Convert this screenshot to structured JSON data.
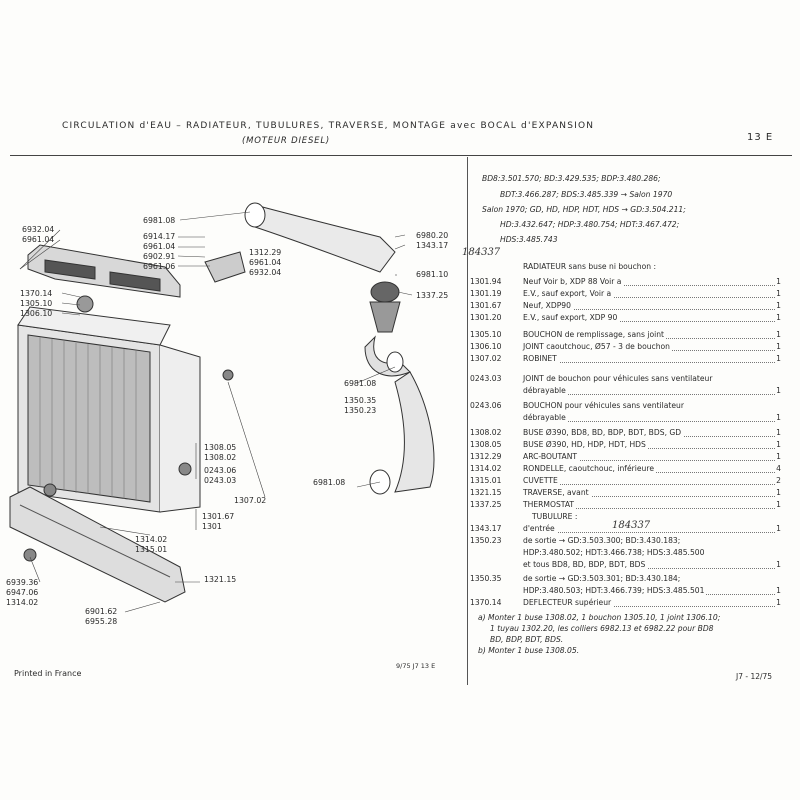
{
  "header": {
    "title": "CIRCULATION d'EAU – RADIATEUR, TUBULURES, TRAVERSE, MONTAGE avec BOCAL d'EXPANSION",
    "subtitle": "(MOTEUR DIESEL)",
    "page": "13 E"
  },
  "applic": [
    {
      "text": "BD8:3.501.570; BD:3.429.535; BDP:3.480.286;"
    },
    {
      "text": "BDT:3.466.287; BDS:3.485.339 → Salon 1970"
    },
    {
      "text": "Salon 1970; GD, HD, HDP, HDT, HDS → GD:3.504.211;"
    },
    {
      "text": "HD:3.432.647; HDP:3.480.754; HDT:3.467.472;"
    },
    {
      "text": "HDS:3.485.743"
    }
  ],
  "section": "RADIATEUR sans buse ni bouchon :",
  "parts": [
    {
      "code": "1301.94",
      "desc": "Neuf Voir b, XDP 88 Voir a",
      "qty": "1"
    },
    {
      "code": "1301.19",
      "desc": "E.V., sauf export, Voir a",
      "qty": "1"
    },
    {
      "code": "1301.67",
      "desc": "Neuf, XDP90",
      "qty": "1"
    },
    {
      "code": "1301.20",
      "desc": "E.V., sauf export, XDP 90",
      "qty": "1"
    },
    {
      "code": "1305.10",
      "desc": "BOUCHON de remplissage, sans joint",
      "qty": "1"
    },
    {
      "code": "1306.10",
      "desc": "JOINT caoutchouc, Ø57 - 3 de bouchon",
      "qty": "1"
    },
    {
      "code": "1307.02",
      "desc": "ROBINET",
      "qty": "1"
    },
    {
      "code": "0243.03",
      "desc": "JOINT de bouchon pour véhicules sans ventilateur",
      "qty": ""
    },
    {
      "code": "",
      "desc": "débrayable",
      "qty": "1"
    },
    {
      "code": "0243.06",
      "desc": "BOUCHON pour véhicules sans ventilateur",
      "qty": ""
    },
    {
      "code": "",
      "desc": "débrayable",
      "qty": "1"
    },
    {
      "code": "1308.02",
      "desc": "BUSE Ø390, BD8, BD, BDP, BDT, BDS, GD",
      "qty": "1"
    },
    {
      "code": "1308.05",
      "desc": "BUSE Ø390, HD, HDP, HDT, HDS",
      "qty": "1"
    },
    {
      "code": "1312.29",
      "desc": "ARC-BOUTANT",
      "qty": "1"
    },
    {
      "code": "1314.02",
      "desc": "RONDELLE, caoutchouc, inférieure",
      "qty": "4"
    },
    {
      "code": "1315.01",
      "desc": "CUVETTE",
      "qty": "2"
    },
    {
      "code": "1321.15",
      "desc": "TRAVERSE, avant",
      "qty": "1"
    },
    {
      "code": "1337.25",
      "desc": "THERMOSTAT",
      "qty": "1"
    },
    {
      "code": "",
      "desc": "TUBULURE :",
      "qty": ""
    },
    {
      "code": "1343.17",
      "desc": "d'entrée",
      "qty": "1"
    },
    {
      "code": "1350.23",
      "desc": "de sortie → GD:3.503.300; BD:3.430.183;",
      "qty": ""
    },
    {
      "code": "",
      "desc": "HDP:3.480.502; HDT:3.466.738; HDS:3.485.500",
      "qty": ""
    },
    {
      "code": "",
      "desc": "et tous BD8, BD, BDP, BDT, BDS",
      "qty": "1"
    },
    {
      "code": "1350.35",
      "desc": "de sortie → GD:3.503.301; BD:3.430.184;",
      "qty": ""
    },
    {
      "code": "",
      "desc": "HDP:3.480.503; HDT:3.466.739; HDS:3.485.501",
      "qty": "1"
    },
    {
      "code": "1370.14",
      "desc": "DEFLECTEUR supérieur",
      "qty": "1"
    }
  ],
  "notes": [
    "a) Monter 1 buse 1308.02, 1 bouchon 1305.10, 1 joint 1306.10;",
    "1 tuyau 1302.20, les colliers 6982.13 et 6982.22 pour BD8",
    "BD, BDP, BDT, BDS.",
    "b) Monter 1 buse 1308.05."
  ],
  "handwritten": {
    "a": "184337",
    "b": "184337"
  },
  "refs": [
    "6932.04",
    "6961.04",
    "6981.08",
    "6914.17",
    "6961.04",
    "6902.91",
    "6961.06",
    "1312.29",
    "6961.04",
    "6932.04",
    "6980.20",
    "1343.17",
    "6981.10",
    "1337.25",
    "1370.14",
    "1305.10",
    "1306.10",
    "6981.08",
    "1350.35",
    "1350.23",
    "1308.05",
    "1308.02",
    "0243.06",
    "0243.03",
    "1307.02",
    "1301.67",
    "1301",
    "1314.02",
    "1315.01",
    "6981.08",
    "1321.15",
    "6939.36",
    "6947.06",
    "1314.02",
    "6901.62",
    "6955.28"
  ],
  "footer": {
    "left": "Printed in France",
    "mid": "9/75  J7  13 E",
    "right": "J7 - 12/75"
  }
}
